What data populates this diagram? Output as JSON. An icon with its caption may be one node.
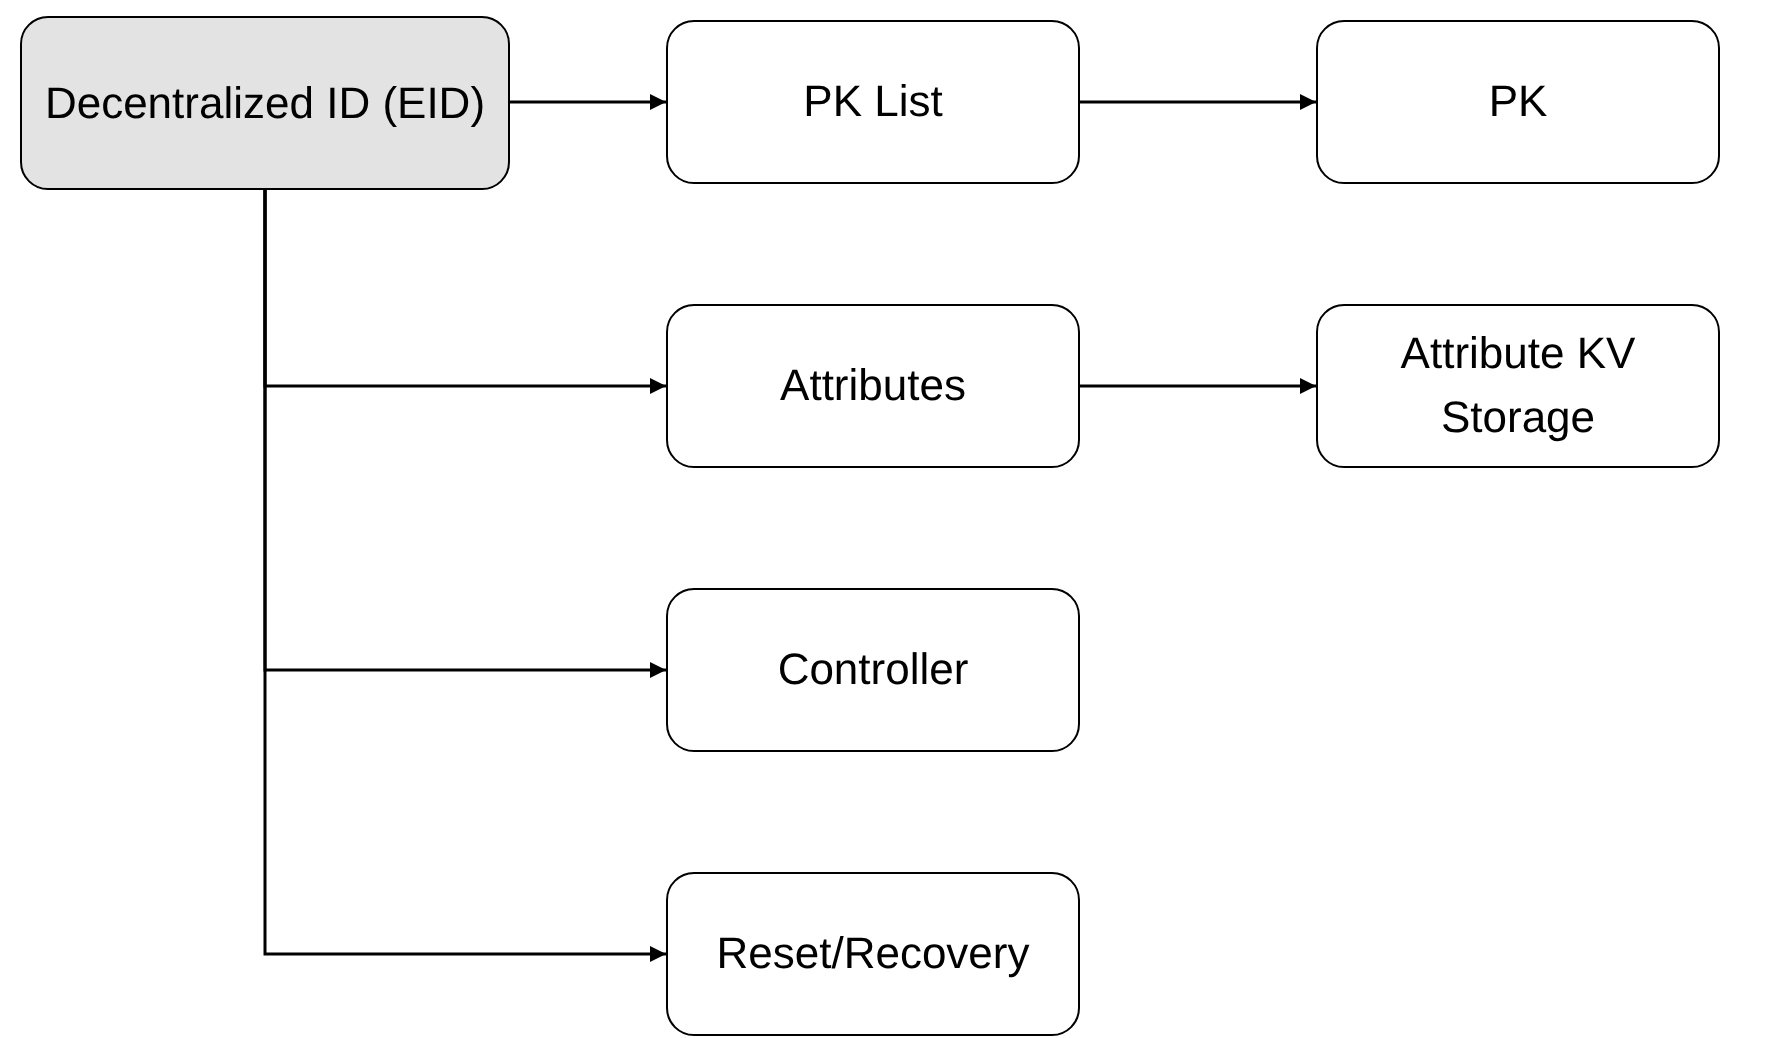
{
  "diagram": {
    "nodes": [
      {
        "text": [
          "Decentralized ID (EID)"
        ]
      },
      {
        "text": [
          "PK List"
        ]
      },
      {
        "text": [
          "PK"
        ]
      },
      {
        "text": [
          "Attributes"
        ]
      },
      {
        "text": [
          "Attribute KV Storage"
        ]
      },
      {
        "text": [
          "Controller"
        ]
      },
      {
        "text": [
          "Reset/Recovery"
        ]
      }
    ],
    "edges": [
      {
        "from": 0,
        "to": 1,
        "arrow": "to"
      },
      {
        "from": 1,
        "to": 2,
        "arrow": "to"
      },
      {
        "from": 0,
        "to": 3,
        "arrow": "to"
      },
      {
        "from": 3,
        "to": 4,
        "arrow": "to"
      },
      {
        "from": 0,
        "to": 5,
        "arrow": "to"
      },
      {
        "from": 0,
        "to": 6,
        "arrow": "to"
      }
    ]
  }
}
